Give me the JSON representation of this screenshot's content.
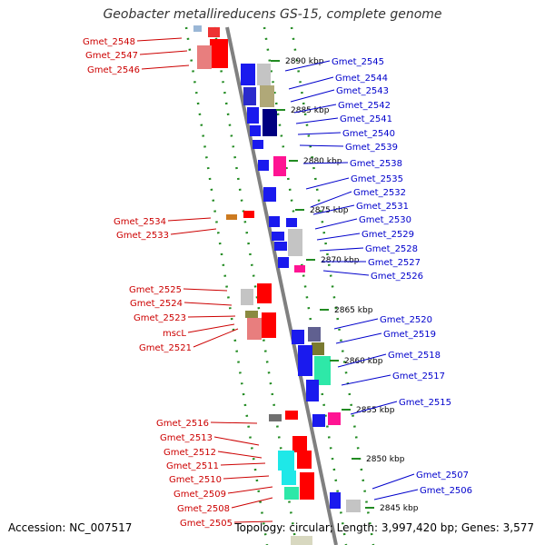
{
  "title": "Geobacter metallireducens GS-15, complete genome",
  "accession": "Accession: NC_007517",
  "topology": "Topology: circular; Length: 3,997,420 bp; Genes: 3,577",
  "colors": {
    "left_labels": "#cc0000",
    "right_labels": "#0000cc",
    "ticks": "#228b22",
    "axis": "#808080",
    "forward": "#ff0000",
    "reverse": "#0000ee"
  },
  "scale_labels": [
    "2890 kbp",
    "2885 kbp",
    "2880 kbp",
    "2875 kbp",
    "2870 kbp",
    "2865 kbp",
    "2860 kbp",
    "2855 kbp",
    "2850 kbp",
    "2845 kbp"
  ],
  "left_genes": [
    "Gmet_2548",
    "Gmet_2547",
    "Gmet_2546",
    "Gmet_2534",
    "Gmet_2533",
    "Gmet_2525",
    "Gmet_2524",
    "Gmet_2523",
    "mscL",
    "Gmet_2521",
    "Gmet_2516",
    "Gmet_2513",
    "Gmet_2512",
    "Gmet_2511",
    "Gmet_2510",
    "Gmet_2509",
    "Gmet_2508",
    "Gmet_2505"
  ],
  "right_genes": [
    "Gmet_2545",
    "Gmet_2544",
    "Gmet_2543",
    "Gmet_2542",
    "Gmet_2541",
    "Gmet_2540",
    "Gmet_2539",
    "Gmet_2538",
    "Gmet_2535",
    "Gmet_2532",
    "Gmet_2531",
    "Gmet_2530",
    "Gmet_2529",
    "Gmet_2528",
    "Gmet_2527",
    "Gmet_2526",
    "Gmet_2520",
    "Gmet_2519",
    "Gmet_2518",
    "Gmet_2517",
    "Gmet_2515",
    "Gmet_2507",
    "Gmet_2506"
  ]
}
